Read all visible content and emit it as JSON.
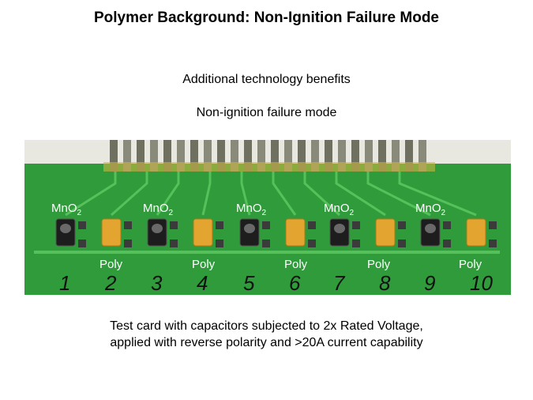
{
  "slide": {
    "title": "Polymer Background: Non-Ignition Failure Mode",
    "line1": "Additional technology benefits",
    "line2": "Non-ignition failure mode",
    "caption_line1": "Test card with capacitors subjected to 2x Rated Voltage,",
    "caption_line2": "applied with reverse polarity and >20A current capability"
  },
  "board": {
    "mno2_base": "MnO",
    "mno2_sub": "2",
    "poly_label": "Poly",
    "numbers": [
      "1",
      "2",
      "3",
      "4",
      "5",
      "6",
      "7",
      "8",
      "9",
      "10"
    ]
  }
}
